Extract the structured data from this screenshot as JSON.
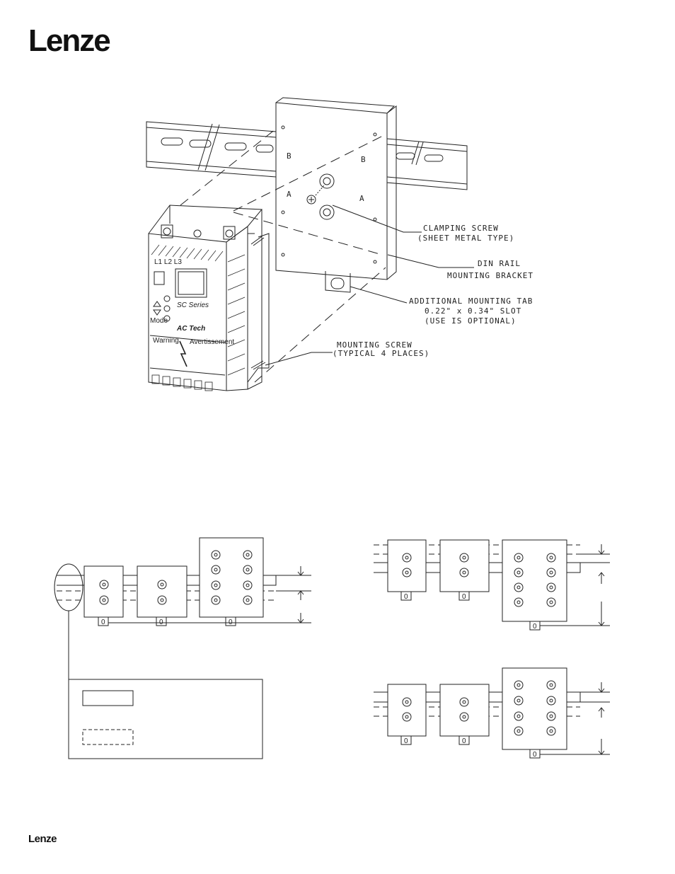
{
  "brand": {
    "logo": "Lenze",
    "footer_logo": "Lenze"
  },
  "figure1": {
    "rail_letters": {
      "b_left": "B",
      "b_right": "B",
      "a_left": "A",
      "a_right": "A"
    },
    "callouts": {
      "clamping_1": "CLAMPING SCREW",
      "clamping_2": "(SHEET METAL TYPE)",
      "bracket_1": "DIN RAIL",
      "bracket_2": "MOUNTING BRACKET",
      "tab_1": "ADDITIONAL MOUNTING TAB",
      "tab_2": "0.22\" x 0.34\" SLOT",
      "tab_3": "(USE IS OPTIONAL)",
      "screw_1": "MOUNTING SCREW",
      "screw_2": "(TYPICAL 4 PLACES)"
    },
    "drive": {
      "terminals": "L1    L2    L3",
      "series": "SC Series",
      "brand": "AC Tech",
      "warning": "Warning",
      "avertissement": "Avertissement",
      "mode": "Mode"
    }
  },
  "figure2": {
    "terminal_marks": {
      "small_tab": "0"
    }
  }
}
